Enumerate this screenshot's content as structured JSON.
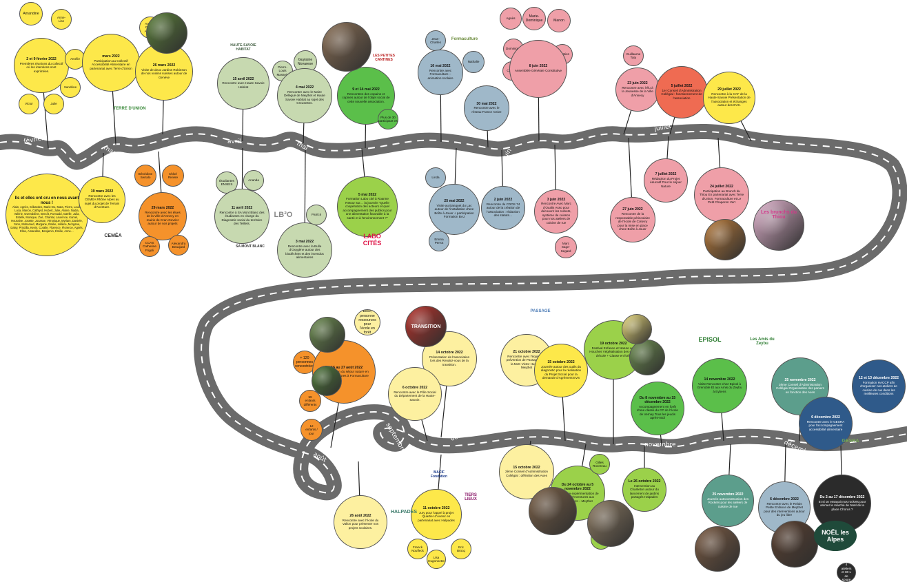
{
  "colors": {
    "road": "#6b6b6b",
    "road_dash": "#ffffff",
    "yellow": "#fde84a",
    "light_yellow": "#fdf0a0",
    "orange": "#f5922b",
    "green": "#5bbf4a",
    "lime": "#9bd14a",
    "sage": "#c7d9b0",
    "pink": "#ef9fa8",
    "red": "#ef6b52",
    "blue_grey": "#9fb8c9",
    "navy": "#2f5a8a",
    "teal": "#5c9e8c",
    "dark": "#2b2b2b"
  },
  "months": [
    "février",
    "mars",
    "avril",
    "mai",
    "juin",
    "juillet",
    "août",
    "septembre",
    "octobre",
    "novembre",
    "décembre"
  ],
  "bubbles": [
    {
      "id": "b1",
      "color": "yellow",
      "date": "2 et 9 février 2022",
      "text": "Premières réunions du collectif où les intentions sont exprimées."
    },
    {
      "id": "b2",
      "color": "yellow",
      "date": "",
      "text": "Amandine"
    },
    {
      "id": "b3",
      "color": "yellow",
      "date": "",
      "text": "Anne-Lise"
    },
    {
      "id": "b4",
      "color": "yellow",
      "date": "",
      "text": "Amélie"
    },
    {
      "id": "b5",
      "color": "yellow",
      "date": "",
      "text": "Sandrine"
    },
    {
      "id": "b6",
      "color": "yellow",
      "date": "",
      "text": "Victor"
    },
    {
      "id": "b7",
      "color": "yellow",
      "date": "",
      "text": "Julie"
    },
    {
      "id": "b8",
      "color": "yellow",
      "date": "Ils et elles ont cru en nous avant nous !",
      "text": "Alain, Agnès, Sébastien, Marie-Do, Maïa, Pierre, Louis, Luca, Manon, Cathlyst, Hubert, Julie, Aloine, Nadia, Valérie, Gwendoline, Benoît, Romuald, Gaëlle, Julia, Estelle, Monique, Zoé, Chantal, Laurence, Kamel, Houssine, Josette, Jocasse, Véronique, Myriam, Daniele, Yann, Mohamed, Morgane, Émilie, Hélène, Morgane, Daisy, Priscilla, Kevin, Coralie, Florence, Florence, Agnès, Élise, Amandine, Benjamin, Émilie, Anne…"
    },
    {
      "id": "b9",
      "color": "yellow",
      "date": "mars 2022",
      "text": "Participation au Collectif Accessibilité Alimentaire en partenariat avec Terre d'Union"
    },
    {
      "id": "b10",
      "color": "yellow",
      "date": "19 mars 2022",
      "text": "Rencontre avec les CEMEA Rhône Alpes au sujet du projet de Terrain d'Aventure."
    },
    {
      "id": "b11",
      "color": "yellow",
      "date": "26 mars 2022",
      "text": "Visite de deux Jardins Robinson de nos voisins suisses autour de Genève"
    },
    {
      "id": "b12",
      "color": "yellow",
      "date": "",
      "text": "Amaya, Pierre-André…"
    },
    {
      "id": "b13",
      "color": "orange",
      "date": "",
      "text": "Bénédicte Serralo"
    },
    {
      "id": "b14",
      "color": "orange",
      "date": "",
      "text": "Chloé Rivière"
    },
    {
      "id": "b15",
      "color": "orange",
      "date": "29 mars 2022",
      "text": "Rencontre avec les élues de la Ville d'Annecy en mairie de Cran-Gevrier autour de nos projets"
    },
    {
      "id": "b16",
      "color": "orange",
      "date": "",
      "text": "CCAS Catherine Frigoli"
    },
    {
      "id": "b17",
      "color": "orange",
      "date": "",
      "text": "Alexandra Beaujard"
    },
    {
      "id": "b18",
      "color": "sage",
      "date": "15 avril 2022",
      "text": "Rencontre avec Haute-Savoie Habitat"
    },
    {
      "id": "b19",
      "color": "sage",
      "date": "",
      "text": "Étudiantes ENSEIS"
    },
    {
      "id": "b20",
      "color": "sage",
      "date": "",
      "text": "Ananda"
    },
    {
      "id": "b21",
      "color": "sage",
      "date": "11 avril 2022",
      "text": "Rencontre à SA Mont Blanc des étudiantes en charge du Diagnostic social du territoire des Teillets."
    },
    {
      "id": "b22",
      "color": "sage",
      "date": "",
      "text": "Guylaine Novarese"
    },
    {
      "id": "b23",
      "color": "sage",
      "date": "",
      "text": "Pierre-Louis Massein"
    },
    {
      "id": "b24",
      "color": "sage",
      "date": "4 mai 2022",
      "text": "Rencontre avec le Maire Délégué de Meythet et Haute Savoie Habitat au sujet des Creusettes."
    },
    {
      "id": "b25",
      "color": "green",
      "date": "9 et 14 mai 2022",
      "text": "Rencontres des copains et copines autour de l'objet social de cette nouvelle association."
    },
    {
      "id": "b26",
      "color": "green",
      "date": "",
      "text": "Plus de 30 participant·es"
    },
    {
      "id": "b27",
      "color": "sage",
      "date": "",
      "text": "Patrick"
    },
    {
      "id": "b28",
      "color": "sage",
      "date": "3 mai 2022",
      "text": "Rencontre avec la Bulle d'Oxygène autour des biodéchets et des invendus alimentaires"
    },
    {
      "id": "b29",
      "color": "lime",
      "date": "5 mai 2022",
      "text": "Formation Labo cité à Roanne Retour sur… la journée \"Quelle coopération des acteurs et quel accompagnement des publics pour une alimentation favorable à la santé et à l'environnement ?\""
    },
    {
      "id": "b30",
      "color": "blue_grey",
      "date": "",
      "text": "Jean-Charles"
    },
    {
      "id": "b31",
      "color": "blue_grey",
      "date": "16 mai 2022",
      "text": "Rencontre avec Formaculture – animation scolaire"
    },
    {
      "id": "b32",
      "color": "blue_grey",
      "date": "",
      "text": "Nathalie"
    },
    {
      "id": "b33",
      "color": "blue_grey",
      "date": "30 mai 2022",
      "text": "Rencontre avec le réseau France Active"
    },
    {
      "id": "b34",
      "color": "blue_grey",
      "date": "",
      "text": "Linda"
    },
    {
      "id": "b35",
      "color": "blue_grey",
      "date": "25 mai 2022",
      "text": "Visite au Banquet du Lac autour de l'installation d'une Boîte à Jouer + participation Formation BAJ"
    },
    {
      "id": "b36",
      "color": "blue_grey",
      "date": "",
      "text": "Emma Perrot"
    },
    {
      "id": "b37",
      "color": "blue_grey",
      "date": "2 juin 2022",
      "text": "Rencontre du CDOS 74 autour de la création de l'association : rédaction des statuts…"
    },
    {
      "id": "b38",
      "color": "pink",
      "date": "",
      "text": "Agnès"
    },
    {
      "id": "b39",
      "color": "pink",
      "date": "",
      "text": "Marie-Dominique"
    },
    {
      "id": "b40",
      "color": "pink",
      "date": "",
      "text": "Manon"
    },
    {
      "id": "b41",
      "color": "pink",
      "date": "",
      "text": "Dominique"
    },
    {
      "id": "b42",
      "color": "pink",
      "date": "",
      "text": "Camille"
    },
    {
      "id": "b43",
      "color": "pink",
      "date": "",
      "text": "Sébastien"
    },
    {
      "id": "b44",
      "color": "pink",
      "date": "8 juin 2022",
      "text": "Assemblée Générale Constitutive"
    },
    {
      "id": "b45",
      "color": "pink",
      "date": "3 juin 2022",
      "text": "Rencontre Avec Marc d'Oualis Asso pour découvrir les rockets, système de cuisson pour nos ateliers de cuisine de rue"
    },
    {
      "id": "b46",
      "color": "pink",
      "date": "",
      "text": "Marc Sage-Segard"
    },
    {
      "id": "b47",
      "color": "pink",
      "date": "",
      "text": "Guillaume Tatu"
    },
    {
      "id": "b48",
      "color": "pink",
      "date": "23 juin 2022",
      "text": "Rencontre avec l'élu à la Jeunesse de la Ville d'Annecy"
    },
    {
      "id": "b49",
      "color": "red",
      "date": "5 juillet 2022",
      "text": "1er Conseil d'Administration Collégial : fonctionnement de l'association"
    },
    {
      "id": "b50",
      "color": "yellow",
      "date": "29 juillet 2022",
      "text": "Rencontre à la CAF de la Haute-Savoie Présentation de l'association et échanges autour des EVS."
    },
    {
      "id": "b51",
      "color": "pink",
      "date": "7 juillet 2022",
      "text": "Rédaction du Projet éducatif Pour le séjour Nature"
    },
    {
      "id": "b52",
      "color": "pink",
      "date": "27 juin 2022",
      "text": "Rencontre de la responsable périscolaire de l'école de Colovry pour la mise en place d'une Boîte à Jouer"
    },
    {
      "id": "b53",
      "color": "pink",
      "date": "24 juillet 2022",
      "text": "Participation au Brunch du Thiou En partenariat avec Terre d'Union, Formaculture et Le Petit Chaperon Vert"
    },
    {
      "id": "b54",
      "color": "light_yellow",
      "date": "",
      "text": "Elise, personne ressources pour l'école en forêt"
    },
    {
      "id": "b55",
      "color": "orange",
      "date": "",
      "text": "+ 120 personnes rencontrées"
    },
    {
      "id": "b56",
      "color": "orange",
      "date": "Du 16 au 27 août 2022",
      "text": "Transformation du séjour nature en Terrain d'Aventures à Formaculture"
    },
    {
      "id": "b57",
      "color": "orange",
      "date": "",
      "text": "59 enfants différents"
    },
    {
      "id": "b58",
      "color": "orange",
      "date": "",
      "text": "12 enfants / jour"
    },
    {
      "id": "b59",
      "color": "light_yellow",
      "date": "14 octobre 2022",
      "text": "Présentation de l'association lors des Rendez-vous de la transition."
    },
    {
      "id": "b60",
      "color": "light_yellow",
      "date": "6 octobre 2022",
      "text": "Rencontre avec le Pôle Social du Département de la Haute-Savoie."
    },
    {
      "id": "b61",
      "color": "light_yellow",
      "date": "26 août 2022",
      "text": "Rencontre avec l'école du Vallon pour présenter nos projets scolaires."
    },
    {
      "id": "b62",
      "color": "light_yellow",
      "date": "21 octobre 2022",
      "text": "Rencontre avec l'équipe de prévention de Passage et de la MJC Victor Hugo de Meythet"
    },
    {
      "id": "b63",
      "color": "yellow",
      "date": "15 octobre 2022",
      "text": "Journée autour des outils du diagnostic pour la réalisation du Projet Social pour la demande d'Agrément EVS"
    },
    {
      "id": "b64",
      "color": "light_yellow",
      "date": "15 octobre 2022",
      "text": "2ème Conseil d'Administration Collégial : définition des Axes"
    },
    {
      "id": "b65",
      "color": "yellow",
      "date": "11 octobre 2022",
      "text": "Jury pour l'appel à projet Quartier d'Avenir en partenariat avec Halpades"
    },
    {
      "id": "b66",
      "color": "yellow",
      "date": "",
      "text": "Franck Noufleck"
    },
    {
      "id": "b67",
      "color": "yellow",
      "date": "",
      "text": "Lisa Hugonnette"
    },
    {
      "id": "b68",
      "color": "yellow",
      "date": "",
      "text": "Eric Brocq"
    },
    {
      "id": "b69",
      "color": "lime",
      "date": "19 octobre 2022",
      "text": "Festival Enfance et Nature aux Houches Végétalisation des cours d'école + Classe en forêt"
    },
    {
      "id": "b70",
      "color": "green",
      "date": "Du 8 novembre au 15 décembre 2022",
      "text": "Accompagnement en forêt d'une classe du CP de l'école de Vernay Tous les jeudis après-midi"
    },
    {
      "id": "b71",
      "color": "lime",
      "date": "Du 24 octobre au 5 novembre 2022",
      "text": "Deuxième expérimentation de Terrain d'Aventures aux Creusettes – Meythet"
    },
    {
      "id": "b72",
      "color": "lime",
      "date": "",
      "text": "Gilles Rovereau"
    },
    {
      "id": "b73",
      "color": "lime",
      "date": "Le 26 octobre 2022",
      "text": "Intervention au Charlieton autour du lancement de jardins partagés Halpades"
    },
    {
      "id": "b74",
      "color": "lime",
      "date": "",
      "text": "CEMEA"
    },
    {
      "id": "b75",
      "color": "green",
      "date": "14 novembre 2022",
      "text": "Visite Rencontre chez Episol à Grenoble Et aux Amis du Zeybu à Eybens"
    },
    {
      "id": "b76",
      "color": "teal",
      "date": "25 novembre 2022",
      "text": "3ème Conseil d'Administration Collégial Organisation des paniers en fonction des Axes"
    },
    {
      "id": "b77",
      "color": "navy",
      "date": "12 et 13 décembre 2022",
      "text": "Formation HACCP afin d'organiser nos ateliers de cuisine de rue dans les meilleures conditions"
    },
    {
      "id": "b78",
      "color": "navy",
      "date": "6 décembre 2022",
      "text": "Rencontre avec le GESRA pour l'accompagnement accessibilité alimentaire"
    },
    {
      "id": "b79",
      "color": "teal",
      "date": "25 novembre 2022",
      "text": "Journée autoconstruction des Rockets pour les ateliers de cuisine de rue"
    },
    {
      "id": "b80",
      "color": "blue_grey",
      "date": "6 décembre 2022",
      "text": "Rencontre avec le Relais Petite Enfance de Meythet pour des interventions autour du jeu libre"
    },
    {
      "id": "b81",
      "color": "dark",
      "date": "Du 2 au 17 décembre 2022",
      "text": "Et si on essayait nos rockets pour animer le marché de Noël de la place Chorus ?"
    },
    {
      "id": "b82",
      "color": "dark",
      "date": "",
      "text": "4 ateliers et 80 L de soupe"
    }
  ],
  "logos": {
    "terre_union": "TERRE D'UNION",
    "cemea": "CEMÉA",
    "hsh": "HAUTE-SAVOIE HABITAT",
    "petites_cantines": "LES PETITES CANTINES",
    "lb2o": "LB²O",
    "sa_mont_blanc": "SA MONT BLANC",
    "labo_cites": "LABO CITÉS",
    "formaculture": "Formaculture",
    "passage": "PASSAGE",
    "episol": "EPISOL",
    "amis_zeybu": "Les Amis du Zeybu",
    "gesra": "GESRA",
    "macif": "MACIF Fondation",
    "halpades": "HALPADES",
    "tiers_lieux": "TIERS LIEUX",
    "noel": "NOËL les Alpes",
    "brunch": "Les brunchs du Thiou",
    "transition": "TRANSITION"
  }
}
